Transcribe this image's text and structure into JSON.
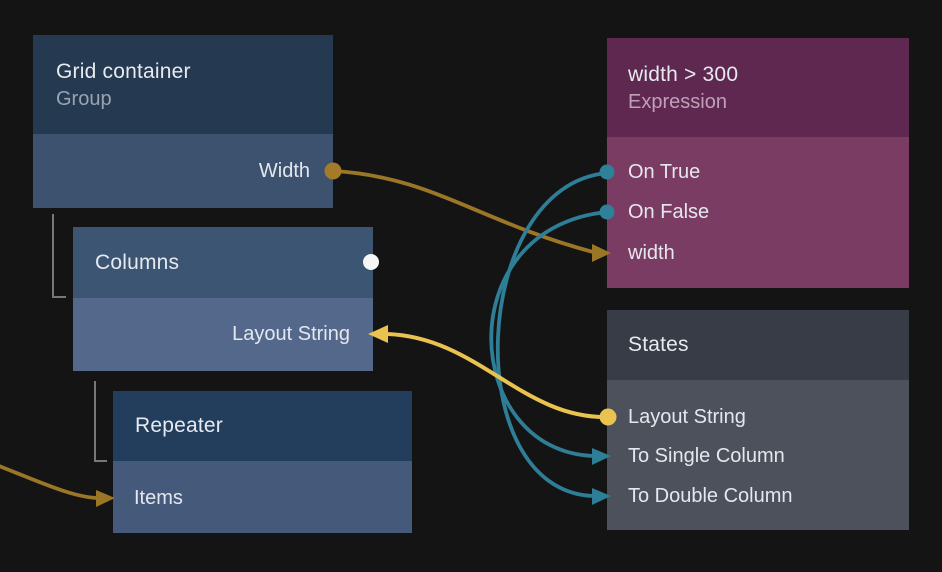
{
  "colors": {
    "background": "#141414",
    "gold_wire": "#9c7627",
    "yellow_wire": "#e9c250",
    "teal_wire": "#2d7e96",
    "white_connection_dot": "#f4f6f8",
    "tree_connector": "#75787c"
  },
  "nodes": {
    "grid_container": {
      "title": "Grid container",
      "subtitle": "Group",
      "ports": {
        "width": "Width"
      }
    },
    "columns": {
      "title": "Columns",
      "ports": {
        "layout_string": "Layout String"
      }
    },
    "repeater": {
      "title": "Repeater",
      "ports": {
        "items": "Items"
      }
    },
    "expression": {
      "title": "width > 300",
      "subtitle": "Expression",
      "ports": {
        "on_true": "On True",
        "on_false": "On False",
        "width": "width"
      }
    },
    "states": {
      "title": "States",
      "ports": {
        "layout_string": "Layout String",
        "to_single_column": "To Single Column",
        "to_double_column": "To Double Column"
      }
    }
  },
  "connections": [
    {
      "from": "Grid container.Width",
      "to": "width > 300.width",
      "color": "#9c7627"
    },
    {
      "from": "width > 300.On True",
      "to": "States.To Double Column",
      "color": "#2d7e96"
    },
    {
      "from": "width > 300.On False",
      "to": "States.To Single Column",
      "color": "#2d7e96"
    },
    {
      "from": "States.Layout String",
      "to": "Columns.Layout String",
      "color": "#e9c250"
    },
    {
      "from": "offscreen-left",
      "to": "Repeater.Items",
      "color": "#9c7627"
    }
  ]
}
